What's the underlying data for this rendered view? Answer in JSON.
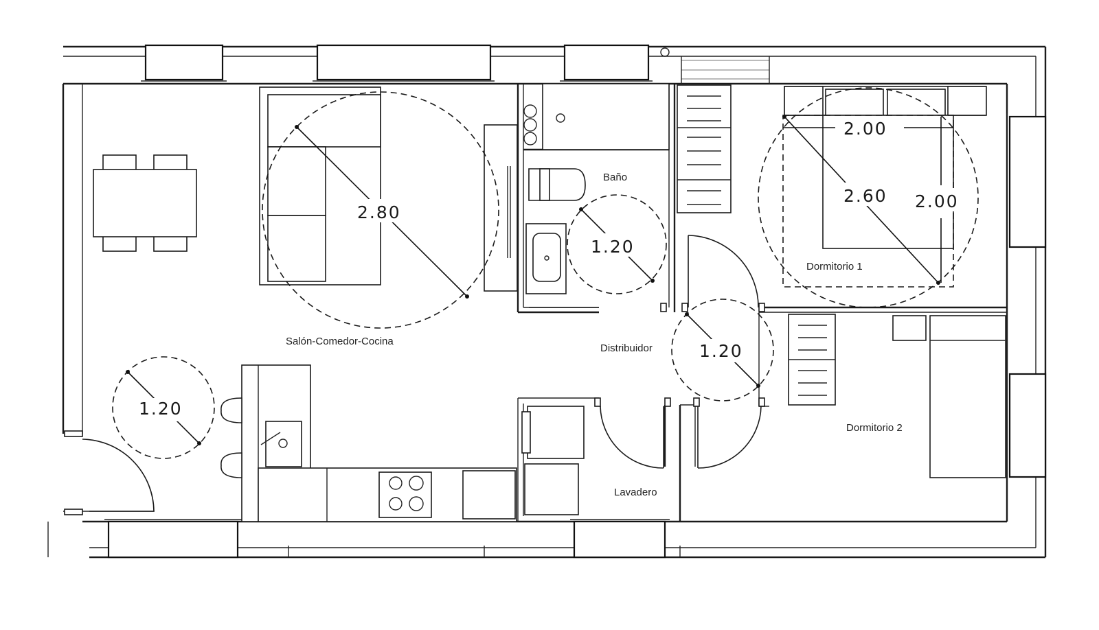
{
  "rooms": {
    "salon": "Salón-Comedor-Cocina",
    "bano": "Baño",
    "distribuidor": "Distribuidor",
    "dormitorio1": "Dormitorio 1",
    "dormitorio2": "Dormitorio 2",
    "lavadero": "Lavadero"
  },
  "dimensions": {
    "salon_circle": "2.80",
    "bano_circle": "1.20",
    "entry_circle": "1.20",
    "distribuidor_circle": "1.20",
    "dorm1_circle": "2.60",
    "dorm1_bed_width": "2.00",
    "dorm1_bed_length": "2.00"
  }
}
